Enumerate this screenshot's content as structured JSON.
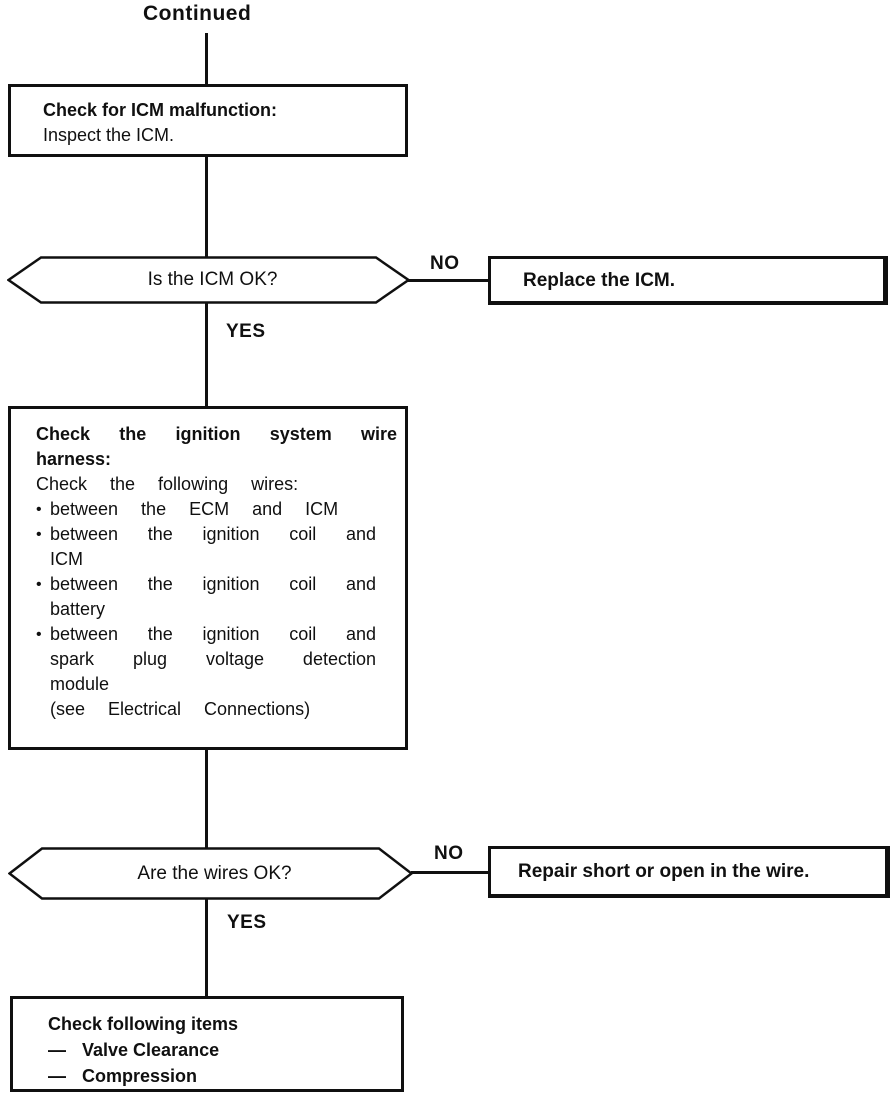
{
  "title": "Continued",
  "colors": {
    "ink": "#101010",
    "paper": "#ffffff"
  },
  "flow": {
    "step1": {
      "heading": "Check for ICM malfunction:",
      "body": "Inspect the ICM."
    },
    "decision1": {
      "question": "Is the ICM OK?",
      "no_label": "NO",
      "yes_label": "YES"
    },
    "action1": {
      "label": "Replace the ICM."
    },
    "step2": {
      "heading": "Check the ignition system wire harness:",
      "intro": "Check the following wires:",
      "bullet_char": "•",
      "bullets": [
        "between the ECM and ICM",
        "between the ignition coil and ICM",
        "between the ignition coil and battery",
        "between the ignition coil and spark plug voltage detection module"
      ],
      "note": "(see Electrical Connections)"
    },
    "decision2": {
      "question": "Are the wires OK?",
      "no_label": "NO",
      "yes_label": "YES"
    },
    "action2": {
      "label": "Repair short or open in the wire."
    },
    "step3": {
      "heading": "Check following items",
      "dash_char": "—",
      "items": [
        "Valve Clearance",
        "Compression"
      ]
    }
  }
}
